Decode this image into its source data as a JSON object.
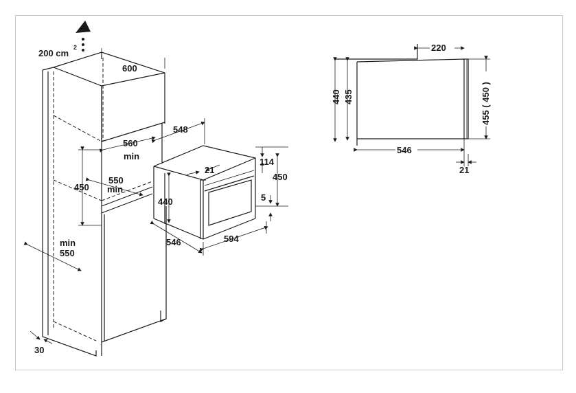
{
  "diagram": {
    "left_view": {
      "ventilation_label": "200 cm",
      "ventilation_superscript": "2",
      "cabinet_width": "600",
      "niche_depth": "560",
      "niche_depth_qualifier": "min",
      "niche_height": "450",
      "niche_width": "550",
      "niche_width_qualifier": "min",
      "cabinet_depth_qualifier": "min",
      "cabinet_depth": "550",
      "plinth_offset": "30",
      "oven_depth": "548",
      "front_thickness": "21",
      "top_gap": "114",
      "oven_total_height": "450",
      "oven_body_height": "440",
      "bottom_gap": "5",
      "oven_body_width": "546",
      "oven_front_width": "594"
    },
    "side_view": {
      "top_offset": "220",
      "outer_height": "440",
      "inner_height": "435",
      "front_height": "455 ( 450 )",
      "body_depth": "546",
      "front_thickness": "21"
    }
  }
}
